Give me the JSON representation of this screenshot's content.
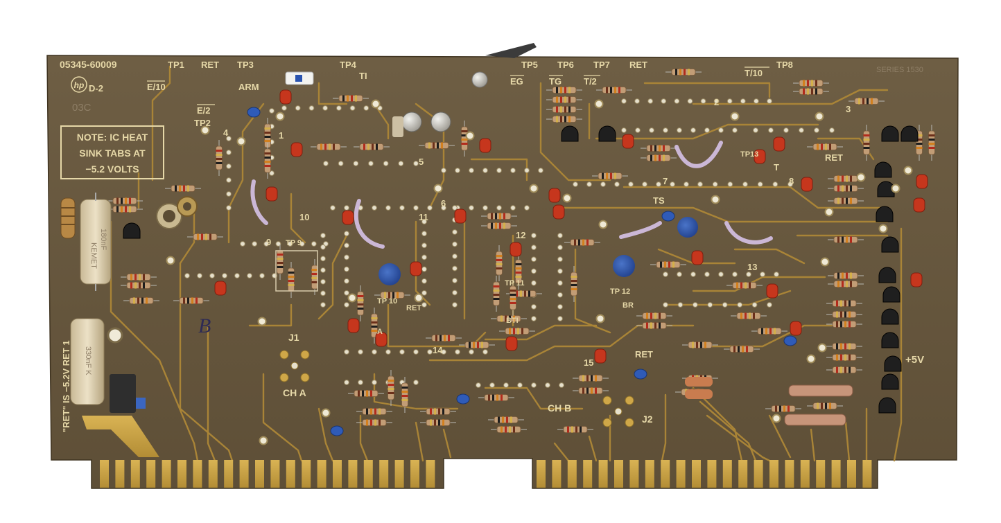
{
  "board": {
    "part_number": "05345-60009",
    "revision": "D-2",
    "date_code": "03C",
    "series": "SERIES 1530",
    "note_lines": [
      "NOTE: IC HEAT",
      "SINK TABS AT",
      "−5.2 VOLTS"
    ],
    "ret_note": "\"RET\" IS −5.2V RET 1",
    "plus5v": "+5V",
    "logo": "hp"
  },
  "test_points": {
    "tp1": "TP1",
    "ret1": "RET",
    "tp3": "TP3",
    "tp4": "TP4",
    "tp5": "TP5",
    "tp6": "TP6",
    "tp7": "TP7",
    "ret2": "RET",
    "tp8": "TP8",
    "tp2": "TP2",
    "tp12": "TP 12",
    "tp13": "TP13",
    "tp10": "TP 10",
    "tp11": "TP 11",
    "tp9": "TP 9",
    "ret3": "RET",
    "ret4": "RET",
    "ret5": "RET"
  },
  "signal_labels": {
    "e10": "E/10",
    "arm": "ARM",
    "ti": "TI",
    "eg": "EG",
    "tg": "TG",
    "t2": "T/2",
    "t10": "T/10",
    "e2": "E/2",
    "ts": "TS",
    "t": "T",
    "br": "BR",
    "bti": "BTI",
    "tpa": "A"
  },
  "ic_numbers": [
    "1",
    "2",
    "3",
    "4",
    "5",
    "6",
    "7",
    "8",
    "9",
    "10",
    "11",
    "12",
    "13",
    "14",
    "15"
  ],
  "connectors": {
    "j1": "J1",
    "j2": "J2",
    "cha": "CH A",
    "chb": "CH B"
  },
  "capacitor_markings": {
    "kemet": "KEMET",
    "value1": "180nF",
    "value2": "330nF K"
  },
  "handwritten_mark": "B",
  "colors": {
    "substrate": "#6a5a41",
    "substrate_dark": "#4f412c",
    "trace": "#b48d3b",
    "gold": "#cfa748",
    "silk": "#e6d8a8"
  }
}
